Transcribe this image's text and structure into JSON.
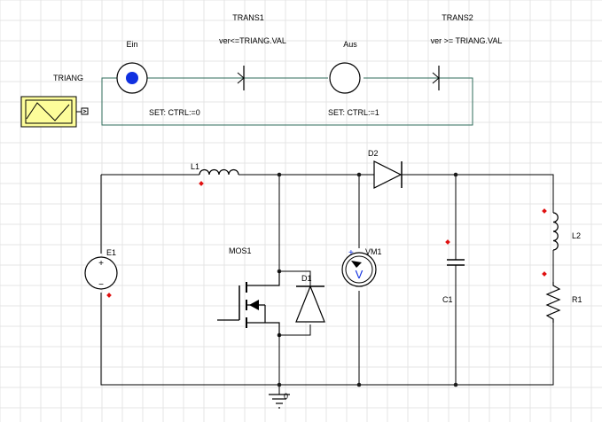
{
  "statechart": {
    "triang_label": "TRIANG",
    "state_on": "Ein",
    "state_off": "Aus",
    "trans1_name": "TRANS1",
    "trans1_condition": "ver<=TRIANG.VAL",
    "trans2_name": "TRANS2",
    "trans2_condition": "ver >= TRIANG.VAL",
    "set_on": "SET: CTRL:=0",
    "set_off": "SET: CTRL:=1"
  },
  "circuit": {
    "inductor_in": "L1",
    "diode_out": "D2",
    "source": "E1",
    "mosfet": "MOS1",
    "body_diode": "D1",
    "voltmeter": "VM1",
    "voltmeter_glyph": "V",
    "capacitor": "C1",
    "inductor_load": "L2",
    "resistor_load": "R1",
    "ground_node": "0",
    "plus_sign": "+",
    "minus_sign": "−"
  },
  "colors": {
    "background": "#ffffff",
    "grid": "#e4e4e4",
    "control_wire": "#2e6b5a",
    "active_state": "#1030e0",
    "triang_block": "#fdfd9a",
    "pin_marker": "#e01010"
  }
}
